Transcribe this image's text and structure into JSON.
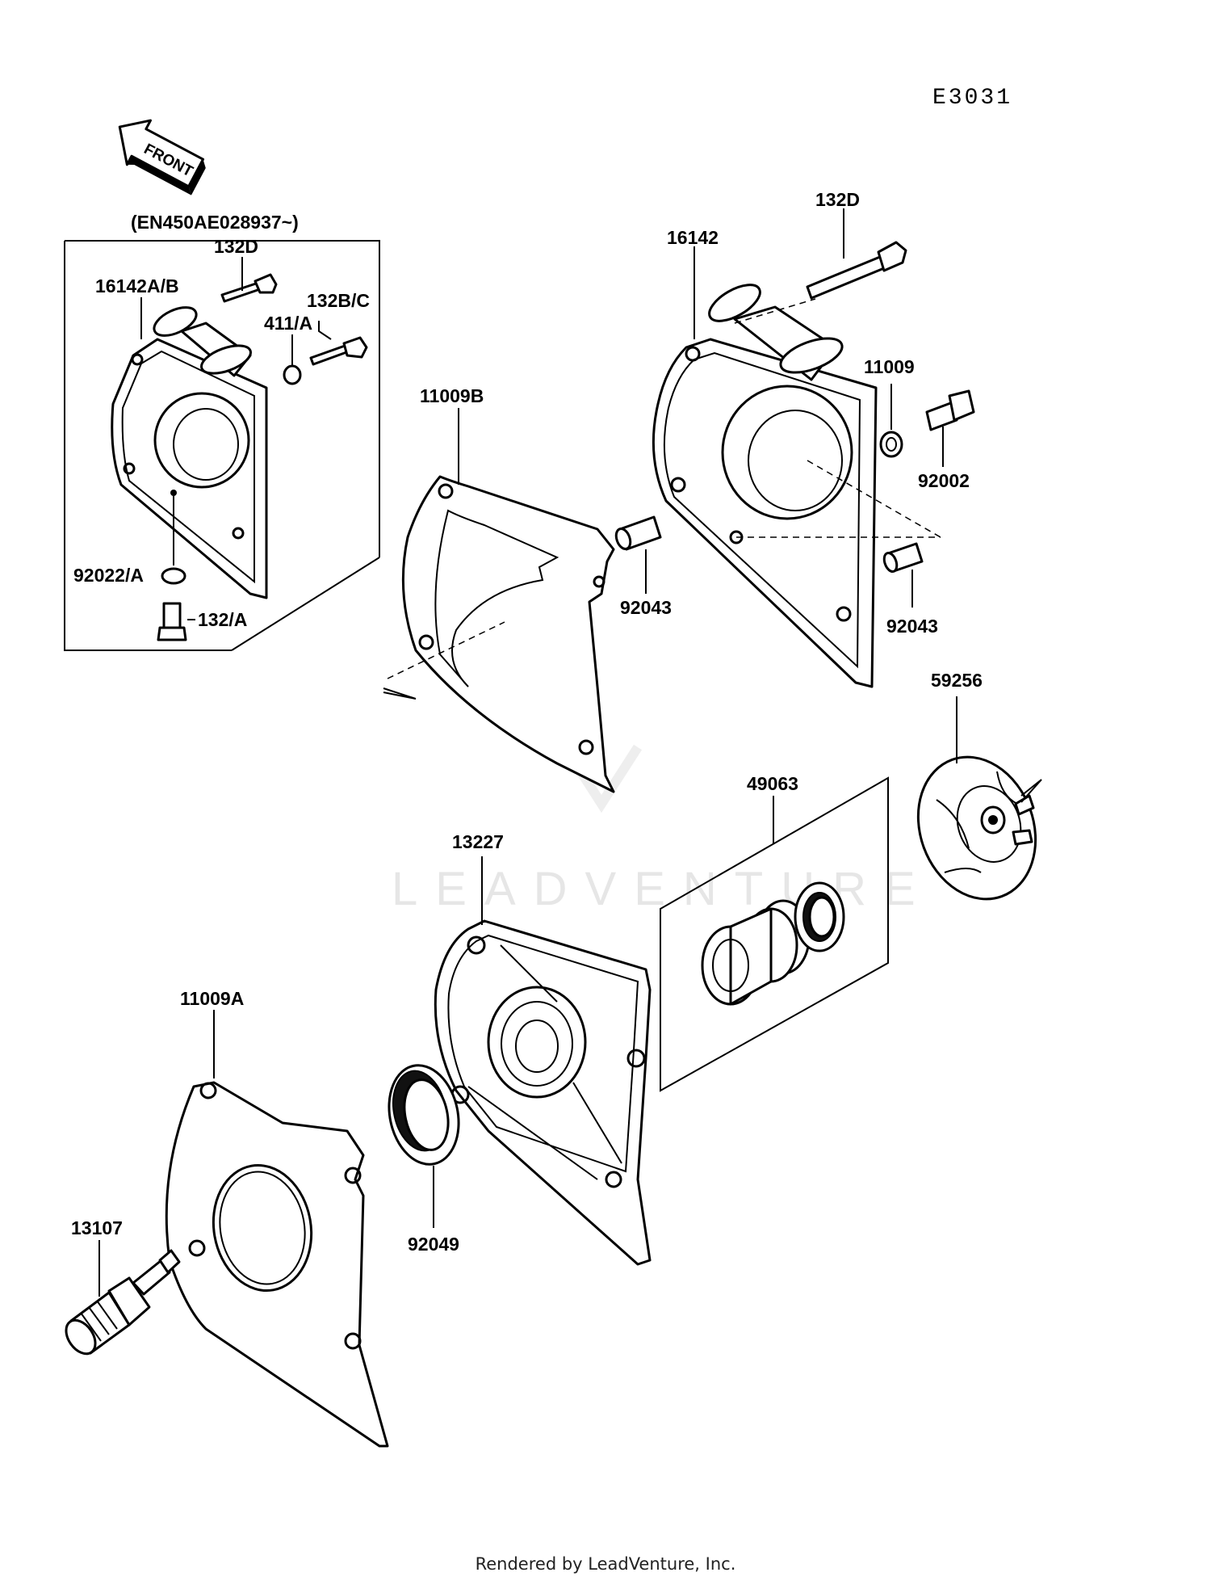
{
  "figure_code": "E3031",
  "front_label": "FRONT",
  "inset_caption": "(EN450AE028937~)",
  "watermark": "LEADVENTURE",
  "footer": "Rendered by LeadVenture, Inc.",
  "parts": {
    "inset_bolt": "132D",
    "inset_cover": "16142A/B",
    "inset_bolt_bc": "132B/C",
    "inset_washer": "411/A",
    "inset_washer_drain": "92022/A",
    "inset_drain_bolt": "132/A",
    "gasket_b": "11009B",
    "dowel_left": "92043",
    "cover": "16142",
    "bolt": "132D",
    "washer": "11009",
    "drain_bolt": "92002",
    "dowel_right": "92043",
    "impeller": "59256",
    "mechanical_seal": "49063",
    "pump_body": "13227",
    "gasket_a": "11009A",
    "oil_seal": "92049",
    "fitting": "13107"
  }
}
